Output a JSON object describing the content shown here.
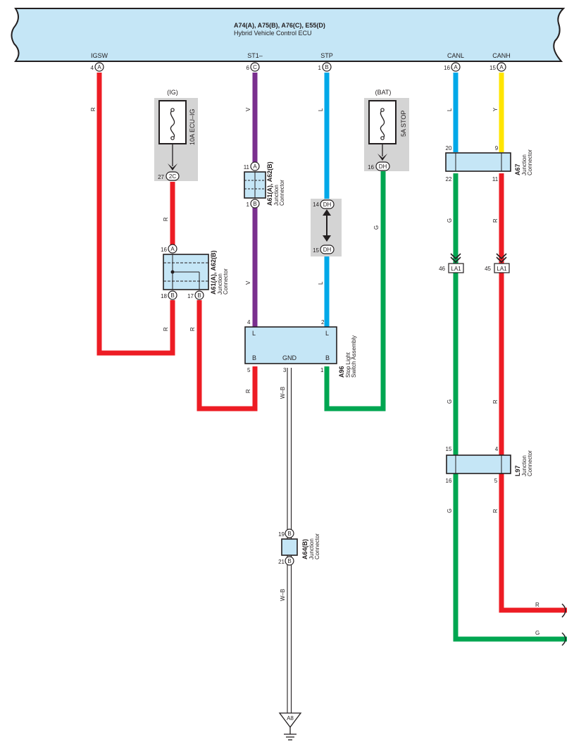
{
  "ecu": {
    "connectors": "A74(A), A75(B), A76(C), E55(D)",
    "name": "Hybrid Vehicle Control ECU",
    "terminals": [
      {
        "name": "IGSW",
        "pin": "4",
        "conn": "A"
      },
      {
        "name": "ST1–",
        "pin": "6",
        "conn": "C"
      },
      {
        "name": "STP",
        "pin": "1",
        "conn": "B"
      },
      {
        "name": "CANL",
        "pin": "16",
        "conn": "A"
      },
      {
        "name": "CANH",
        "pin": "15",
        "conn": "A"
      }
    ]
  },
  "fuse_ig": {
    "source": "(IG)",
    "label": "10A ECU–IG",
    "pin": "27",
    "conn": "2C"
  },
  "fuse_bat": {
    "source": "(BAT)",
    "label": "5A STOP",
    "pin": "16",
    "conn": "DH"
  },
  "jc_a61_top": {
    "code": "A61(A), A62(B)",
    "type_line1": "Junction",
    "type_line2": "Connector",
    "pin_in": "11",
    "conn_in": "A",
    "pin_out": "1",
    "conn_out": "B"
  },
  "jc_a61_mid": {
    "code": "A61(A), A62(B)",
    "type_line1": "Junction",
    "type_line2": "Connector",
    "pin_top": "16",
    "conn_top": "A",
    "pin_left": "18",
    "conn_left": "B",
    "pin_right": "17",
    "conn_right": "B"
  },
  "splice_dh": {
    "pin_top": "14",
    "conn_top": "DH",
    "pin_bottom": "15",
    "conn_bottom": "DH"
  },
  "jc_a67": {
    "code": "A67",
    "type_line1": "Junction",
    "type_line2": "Connector",
    "pin_tl": "20",
    "pin_tr": "9",
    "pin_bl": "22",
    "pin_br": "11"
  },
  "la1": {
    "pin_left": "46",
    "pin_right": "45",
    "label": "LA1"
  },
  "switch_a96": {
    "code": "A96",
    "name_line1": "Stop Light",
    "name_line2": "Switch Assembly",
    "pin_l_left": "4",
    "pin_l_right": "2",
    "label_l": "L",
    "label_b": "B",
    "label_gnd": "GND",
    "pin_b_left": "5",
    "pin_gnd": "3",
    "pin_b_right": "1"
  },
  "jc_l97": {
    "code": "L97",
    "type_line1": "Junction",
    "type_line2": "Connector",
    "pin_tl": "15",
    "pin_tr": "4",
    "pin_bl": "16",
    "pin_br": "5"
  },
  "jc_a64": {
    "code": "A64(B)",
    "type_line1": "Junction",
    "type_line2": "Connector",
    "pin_top": "19",
    "pin_bottom": "21",
    "conn": "B"
  },
  "ground": {
    "label": "A8"
  },
  "wire_colors": {
    "igsw": "R",
    "st1": "V",
    "stp": "L",
    "canl": "L",
    "canh": "Y",
    "ig_out": "R",
    "a61_left": "R",
    "a61_right": "R",
    "bat_out": "G",
    "gnd": "W–B",
    "canl_g": "G",
    "canh_r": "R",
    "exit_r": "R",
    "exit_g": "G"
  },
  "colors": {
    "red": "#ed1c24",
    "violet": "#7a2f8e",
    "blue": "#00a8e8",
    "yellow": "#ffe500",
    "green": "#00a651",
    "ecu_fill": "#c5e6f6",
    "connector_fill": "#c5e6f6",
    "fuse_bg": "#d4d4d4"
  }
}
